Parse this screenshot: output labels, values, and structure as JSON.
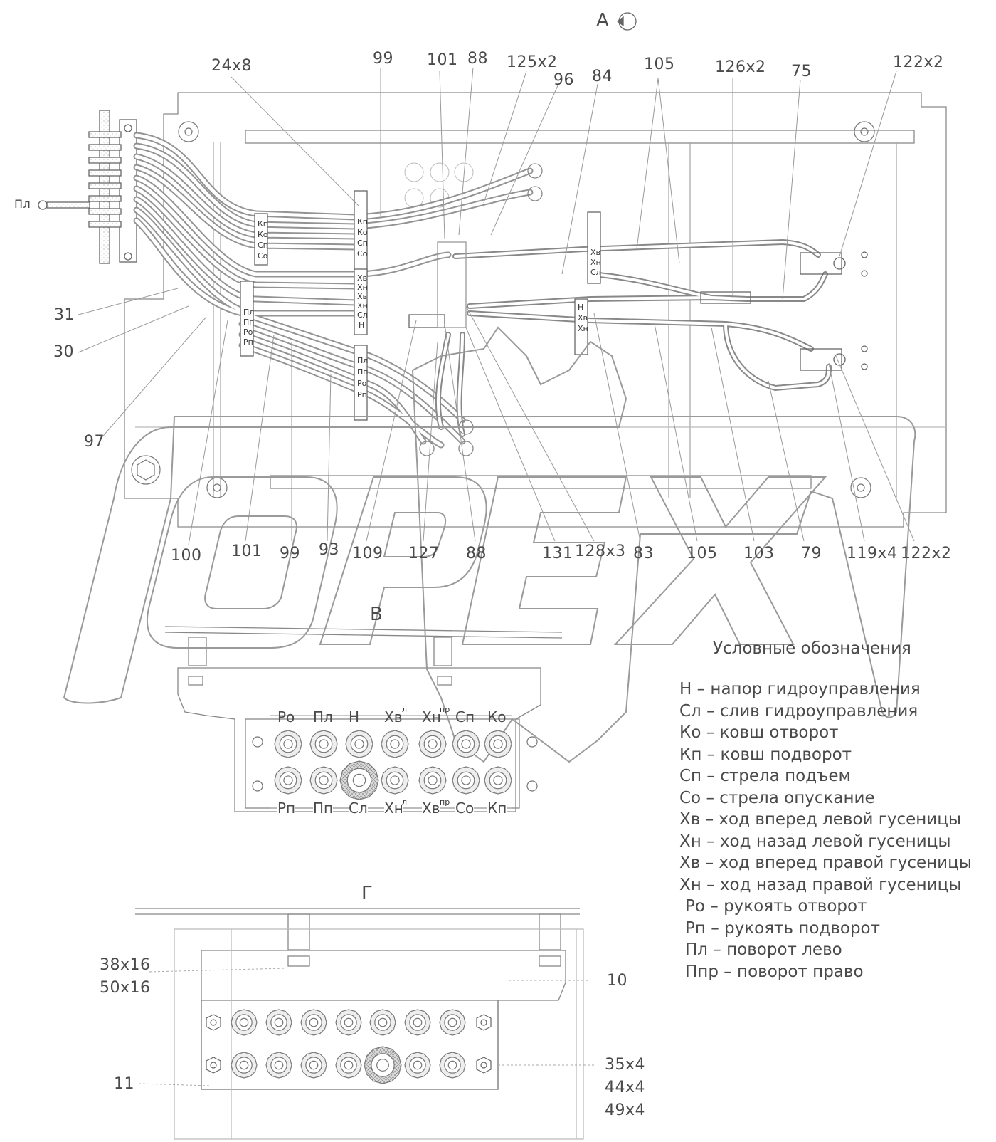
{
  "views": {
    "a": "А",
    "v": "В",
    "g": "Г"
  },
  "view_a_top_callouts": [
    "24x8",
    "99",
    "101",
    "88",
    "125x2",
    "96",
    "84",
    "105",
    "126x2",
    "75",
    "122x2"
  ],
  "view_a_bottom_callouts": [
    "100",
    "101",
    "99",
    "93",
    "109",
    "127",
    "88",
    "131",
    "128x3",
    "83",
    "105",
    "103",
    "79",
    "119x4",
    "122x2"
  ],
  "view_a_left_callouts": [
    "31",
    "30",
    "97"
  ],
  "inlet_tag": "Пл",
  "block_tags": {
    "block1": [
      "Кп",
      "Ко",
      "Сп",
      "Со"
    ],
    "block2": [
      "Кп",
      "Ко",
      "Сп",
      "Со"
    ],
    "block3": [
      "Пл",
      "Пп",
      "Ро",
      "Рп"
    ],
    "block4": [
      "Пл",
      "Пп",
      "Ро",
      "Рп"
    ],
    "block5": [
      "Хв",
      "Хн",
      "Хв",
      "Хн",
      "Сл",
      "Н"
    ],
    "block6": [
      "Хв",
      "Хн",
      "Сл"
    ],
    "block7": [
      "Н",
      "Хв",
      "Хн"
    ]
  },
  "view_v_ports_top": [
    "Ро",
    "Пл",
    "Н",
    "Хв",
    "Хн",
    "Сп",
    "Ко"
  ],
  "view_v_ports_top_sup": [
    "",
    "",
    "",
    "л",
    "пр",
    "",
    ""
  ],
  "view_v_ports_bottom": [
    "Рп",
    "Пп",
    "Сл",
    "Хн",
    "Хв",
    "Со",
    "Кп"
  ],
  "view_v_ports_bottom_sup": [
    "",
    "",
    "",
    "л",
    "пр",
    "",
    ""
  ],
  "view_g_callouts": {
    "left_top": [
      "38x16",
      "50x16"
    ],
    "left_bottom": "11",
    "right_top": "10",
    "right_bottom": [
      "35x4",
      "44x4",
      "49x4"
    ]
  },
  "legend": {
    "title": "Условные обозначения",
    "items": [
      "Н – напор гидроуправления",
      "Сл – слив гидроуправления",
      "Ко – ковш отворот",
      "Кп – ковш подворот",
      "Сп – стрела подъем",
      "Со – стрела опускание",
      "Хв – ход вперед левой гусеницы",
      "Хн – ход назад левой гусеницы",
      "Хв – ход вперед правой гусеницы",
      "Хн – ход назад правой гусеницы",
      "Ро – рукоять отворот",
      "Рп – рукоять подворот",
      "Пл – поворот лево",
      "Ппр – поворот право"
    ]
  },
  "watermark": "OPEX",
  "colors": {
    "line": "#777777",
    "hose": "#8a8a8a",
    "watermark": "#9a9a9a"
  }
}
